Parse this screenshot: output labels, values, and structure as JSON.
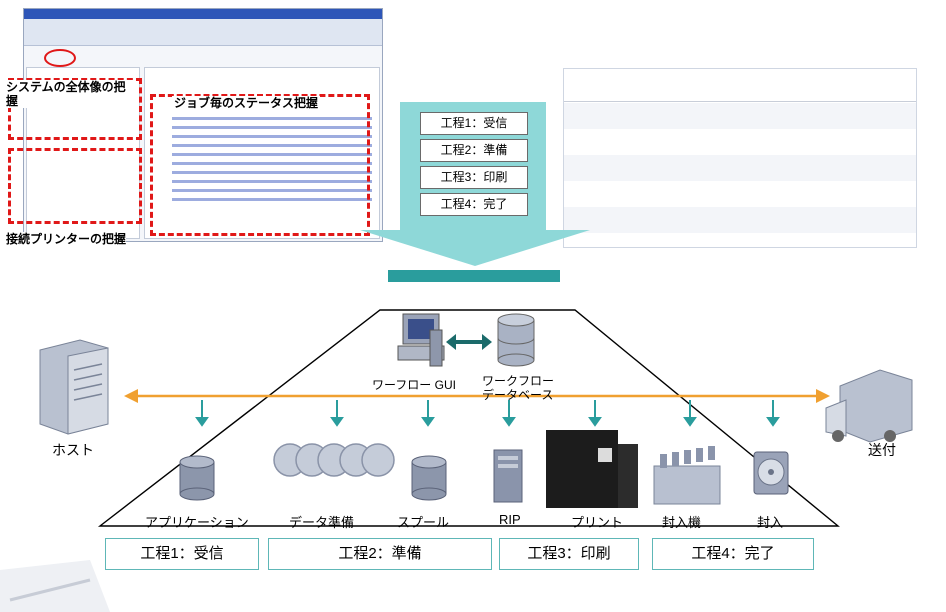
{
  "screenshot_labels": {
    "system_overview": "システムの全体像の把握",
    "job_status": "ジョブ毎のステータス把握",
    "printers": "接続プリンターの把握"
  },
  "arrow_steps": [
    "工程1：受信",
    "工程2：準備",
    "工程3：印刷",
    "工程4：完了"
  ],
  "nodes": {
    "workflow_gui": "ワーフロー GUI",
    "workflow_db_line1": "ワークフロー",
    "workflow_db_line2": "データベース",
    "host": "ホスト",
    "send": "送付",
    "application": "アプリケーション",
    "data_prep": "データ準備",
    "spool": "スプール",
    "rip": "RIP",
    "print": "プリント",
    "inserter": "封入機",
    "insert": "封入"
  },
  "phases": [
    "工程1：受信",
    "工程2：準備",
    "工程3：印刷",
    "工程4：完了"
  ],
  "colors": {
    "accent_teal": "#2a9d9d",
    "arrow_orange": "#f0a030",
    "dash_red": "#e01818"
  }
}
